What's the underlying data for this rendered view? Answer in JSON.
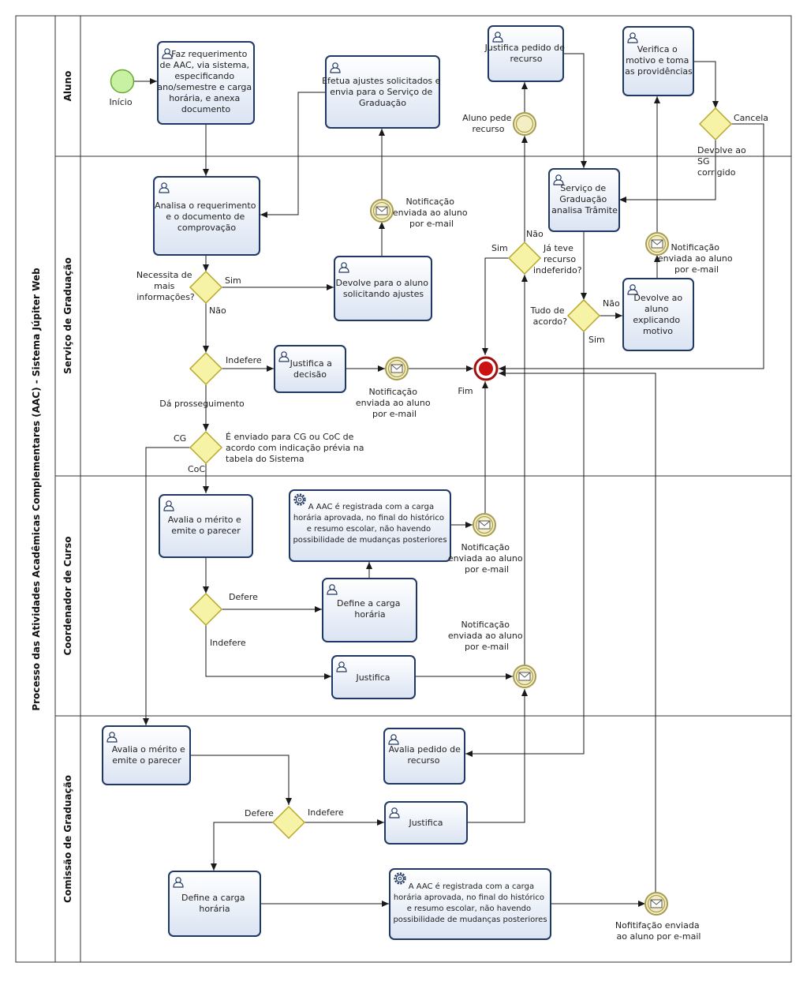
{
  "pool": {
    "title": "Processo das Atividades Acadêmicas Complementares (AAC) - Sistema Júpiter Web"
  },
  "lanes": {
    "aluno": "Aluno",
    "servico": "Serviço de Graduação",
    "coordenador": "Coordenador de Curso",
    "comissao": "Comissão de Graduação"
  },
  "colors": {
    "task_border": "#1f3864",
    "task_fill": "#e8eef8",
    "gateway_fill": "#f6f2a6",
    "gateway_border": "#b8a82a",
    "start_fill": "#c9f1a4",
    "end_fill": "#cc1111"
  },
  "tasks": {
    "t1": [
      "Faz requerimento",
      "de AAC, via sistema,",
      "especificando",
      "ano/semestre e carga",
      "horária, e anexa",
      "documento"
    ],
    "t2": [
      "Efetua ajustes solicitados e",
      "envia para o Serviço de",
      "Graduação"
    ],
    "t3": [
      "Justifica pedido de",
      "recurso"
    ],
    "t4": [
      "Verifica o",
      "motivo e toma",
      "as providências"
    ],
    "t5": [
      "Analisa o requerimento",
      "e o documento de",
      "comprovação"
    ],
    "t6": [
      "Devolve para o aluno",
      "solicitando ajustes"
    ],
    "t7": [
      "Serviço de",
      "Graduação",
      "analisa Trâmite"
    ],
    "t8": [
      "Devolve ao",
      "aluno",
      "explicando",
      "motivo"
    ],
    "t9": [
      "Justifica a",
      "decisão"
    ],
    "t10": [
      "Avalia o mérito  e",
      "emite o parecer"
    ],
    "t11": [
      "A AAC é registrada com a carga",
      "horária aprovada,  no final do histórico",
      "e resumo escolar, não havendo",
      "possibilidade de mudanças posteriores"
    ],
    "t12": [
      "Define a carga",
      "horária"
    ],
    "t13": [
      "Justifica"
    ],
    "t14": [
      "Avalia o mérito e",
      "emite o parecer"
    ],
    "t15": [
      "Avalia pedido de",
      "recurso"
    ],
    "t16": [
      "Justifica"
    ],
    "t17": [
      "Define a carga",
      "horária"
    ],
    "t18": [
      "A AAC é registrada com a carga",
      "horária aprovada, no final do histórico",
      "e resumo escolar, não havendo",
      "possibilidade de mudanças posteriores"
    ]
  },
  "labels": {
    "inicio": "Início",
    "fim": "Fim",
    "aluno_pede": [
      "Aluno pede",
      "recurso"
    ],
    "cancela": "Cancela",
    "devolve_sg": [
      "Devolve ao",
      "SG",
      "corrigido"
    ],
    "notif_1": [
      "Notificação",
      "enviada ao aluno",
      "por e-mail"
    ],
    "notif_2": [
      "Notificação",
      "enviada ao aluno",
      "por e-mail"
    ],
    "notif_3": [
      "Notificação",
      "enviada ao aluno",
      "por e-mail"
    ],
    "notif_4": [
      "Notificação",
      "enviada ao aluno",
      "por e-mail"
    ],
    "notif_5": [
      "Notificação",
      "enviada ao aluno",
      "por e-mail"
    ],
    "notif_6": [
      "Nofitifação enviada",
      "ao aluno por e-mail"
    ],
    "necessita": [
      "Necessita de",
      "mais",
      "informações?"
    ],
    "sim_1": "Sim",
    "nao_1": "Não",
    "indefere_1": "Indefere",
    "da_prosseguimento": "Dá prosseguimento",
    "cg": "CG",
    "coc": "CoC",
    "enviado": [
      "É enviado para CG ou CoC de",
      "acordo com indicação prévia na",
      "tabela do Sistema"
    ],
    "ja_teve": [
      "Já teve",
      "recurso",
      "indeferido?"
    ],
    "sim_2": "Sim",
    "nao_2": "Não",
    "tudo": [
      "Tudo de",
      "acordo?"
    ],
    "nao_3": "Não",
    "sim_3": "Sim",
    "defere_1": "Defere",
    "indefere_2": "Indefere",
    "defere_2": "Defere",
    "indefere_3": "Indefere"
  }
}
